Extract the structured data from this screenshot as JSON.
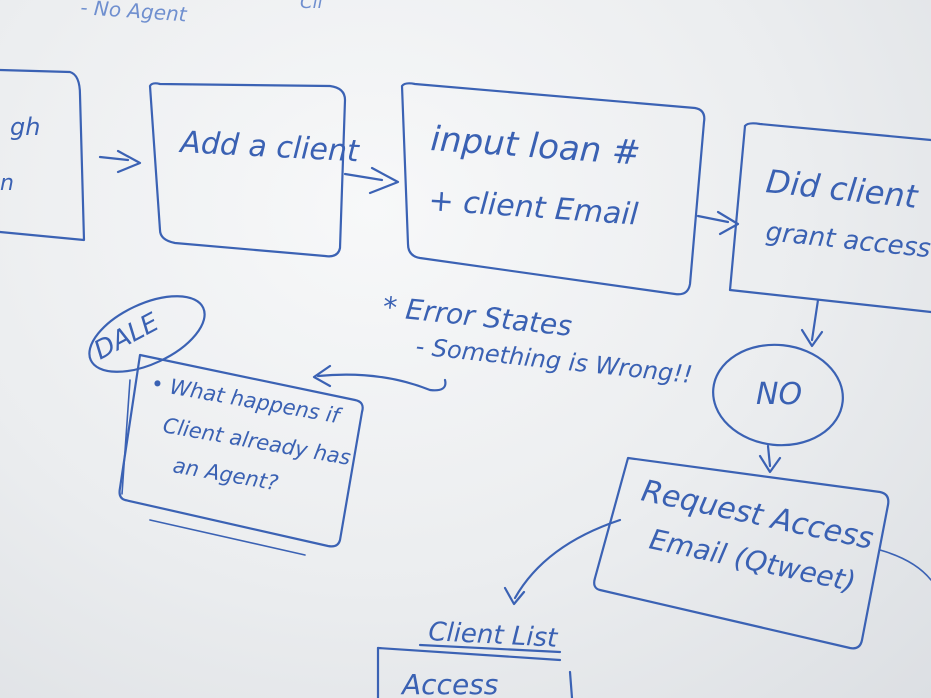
{
  "top_notes": {
    "left": "- No Agent",
    "right": "Cli"
  },
  "boxes": {
    "partial_left": {
      "line1": "gh",
      "line2": "n"
    },
    "add_client": "Add a client",
    "input_loan": {
      "line1": "input loan #",
      "line2": "+ client Email"
    },
    "did_client": {
      "line1": "Did client",
      "line2": "grant access"
    },
    "request_access": {
      "line1": "Request Access",
      "line2": "Email (Qtweet)"
    },
    "client_list": {
      "title": "Client List",
      "body": "Access"
    }
  },
  "decision": "NO",
  "error_states": {
    "title": "* Error States",
    "subtitle": "- Something is Wrong!!"
  },
  "dale_note": {
    "tag": "DALE",
    "line1": "• What happens if",
    "line2": "Client already has",
    "line3": "an Agent?"
  },
  "colors": {
    "ink": "#3b62b4",
    "board": "#ebedef"
  }
}
